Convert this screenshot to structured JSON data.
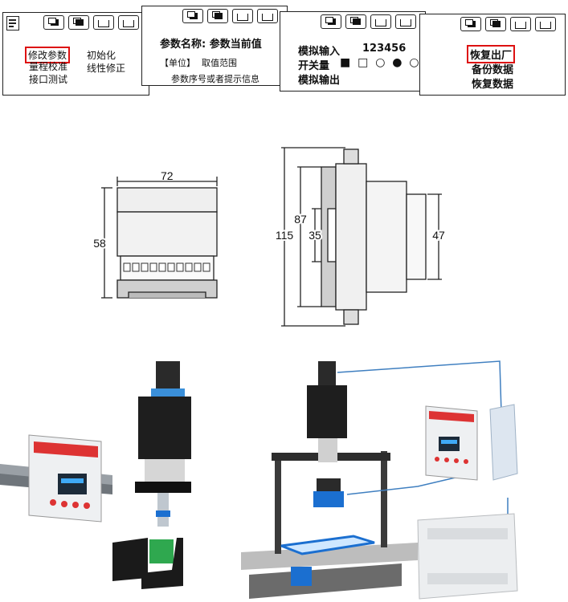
{
  "panel1": {
    "items_left": [
      "修改参数",
      "量程校准",
      "接口测试"
    ],
    "items_right": [
      "初始化",
      "线性修正"
    ]
  },
  "panel2": {
    "title": "参数名称: 参数当前值",
    "unit": "【单位】",
    "range": "取值范围",
    "hint": "参数序号或者提示信息"
  },
  "panel3": {
    "analog_in_label": "模拟输入",
    "analog_in_value": "123456",
    "switch_label": "开关量",
    "switch_symbols": "■ □ ○ ● ○",
    "analog_out_label": "模拟输出"
  },
  "panel4": {
    "items": [
      "恢复出厂",
      "备份数据",
      "恢复数据"
    ]
  },
  "dims_front": {
    "width": "72",
    "height": "58"
  },
  "dims_side": {
    "total": "115",
    "mid": "87",
    "inner": "35",
    "depth": "47"
  },
  "accent_red": "#d11111",
  "accent_blue": "#1b6fd0"
}
